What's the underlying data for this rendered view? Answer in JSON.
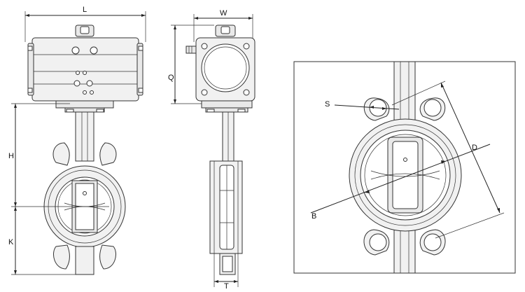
{
  "dimensions": {
    "L": "L",
    "W": "W",
    "Q": "Q",
    "H": "H",
    "K": "K",
    "T": "T",
    "S": "S",
    "D": "D",
    "B": "B"
  }
}
